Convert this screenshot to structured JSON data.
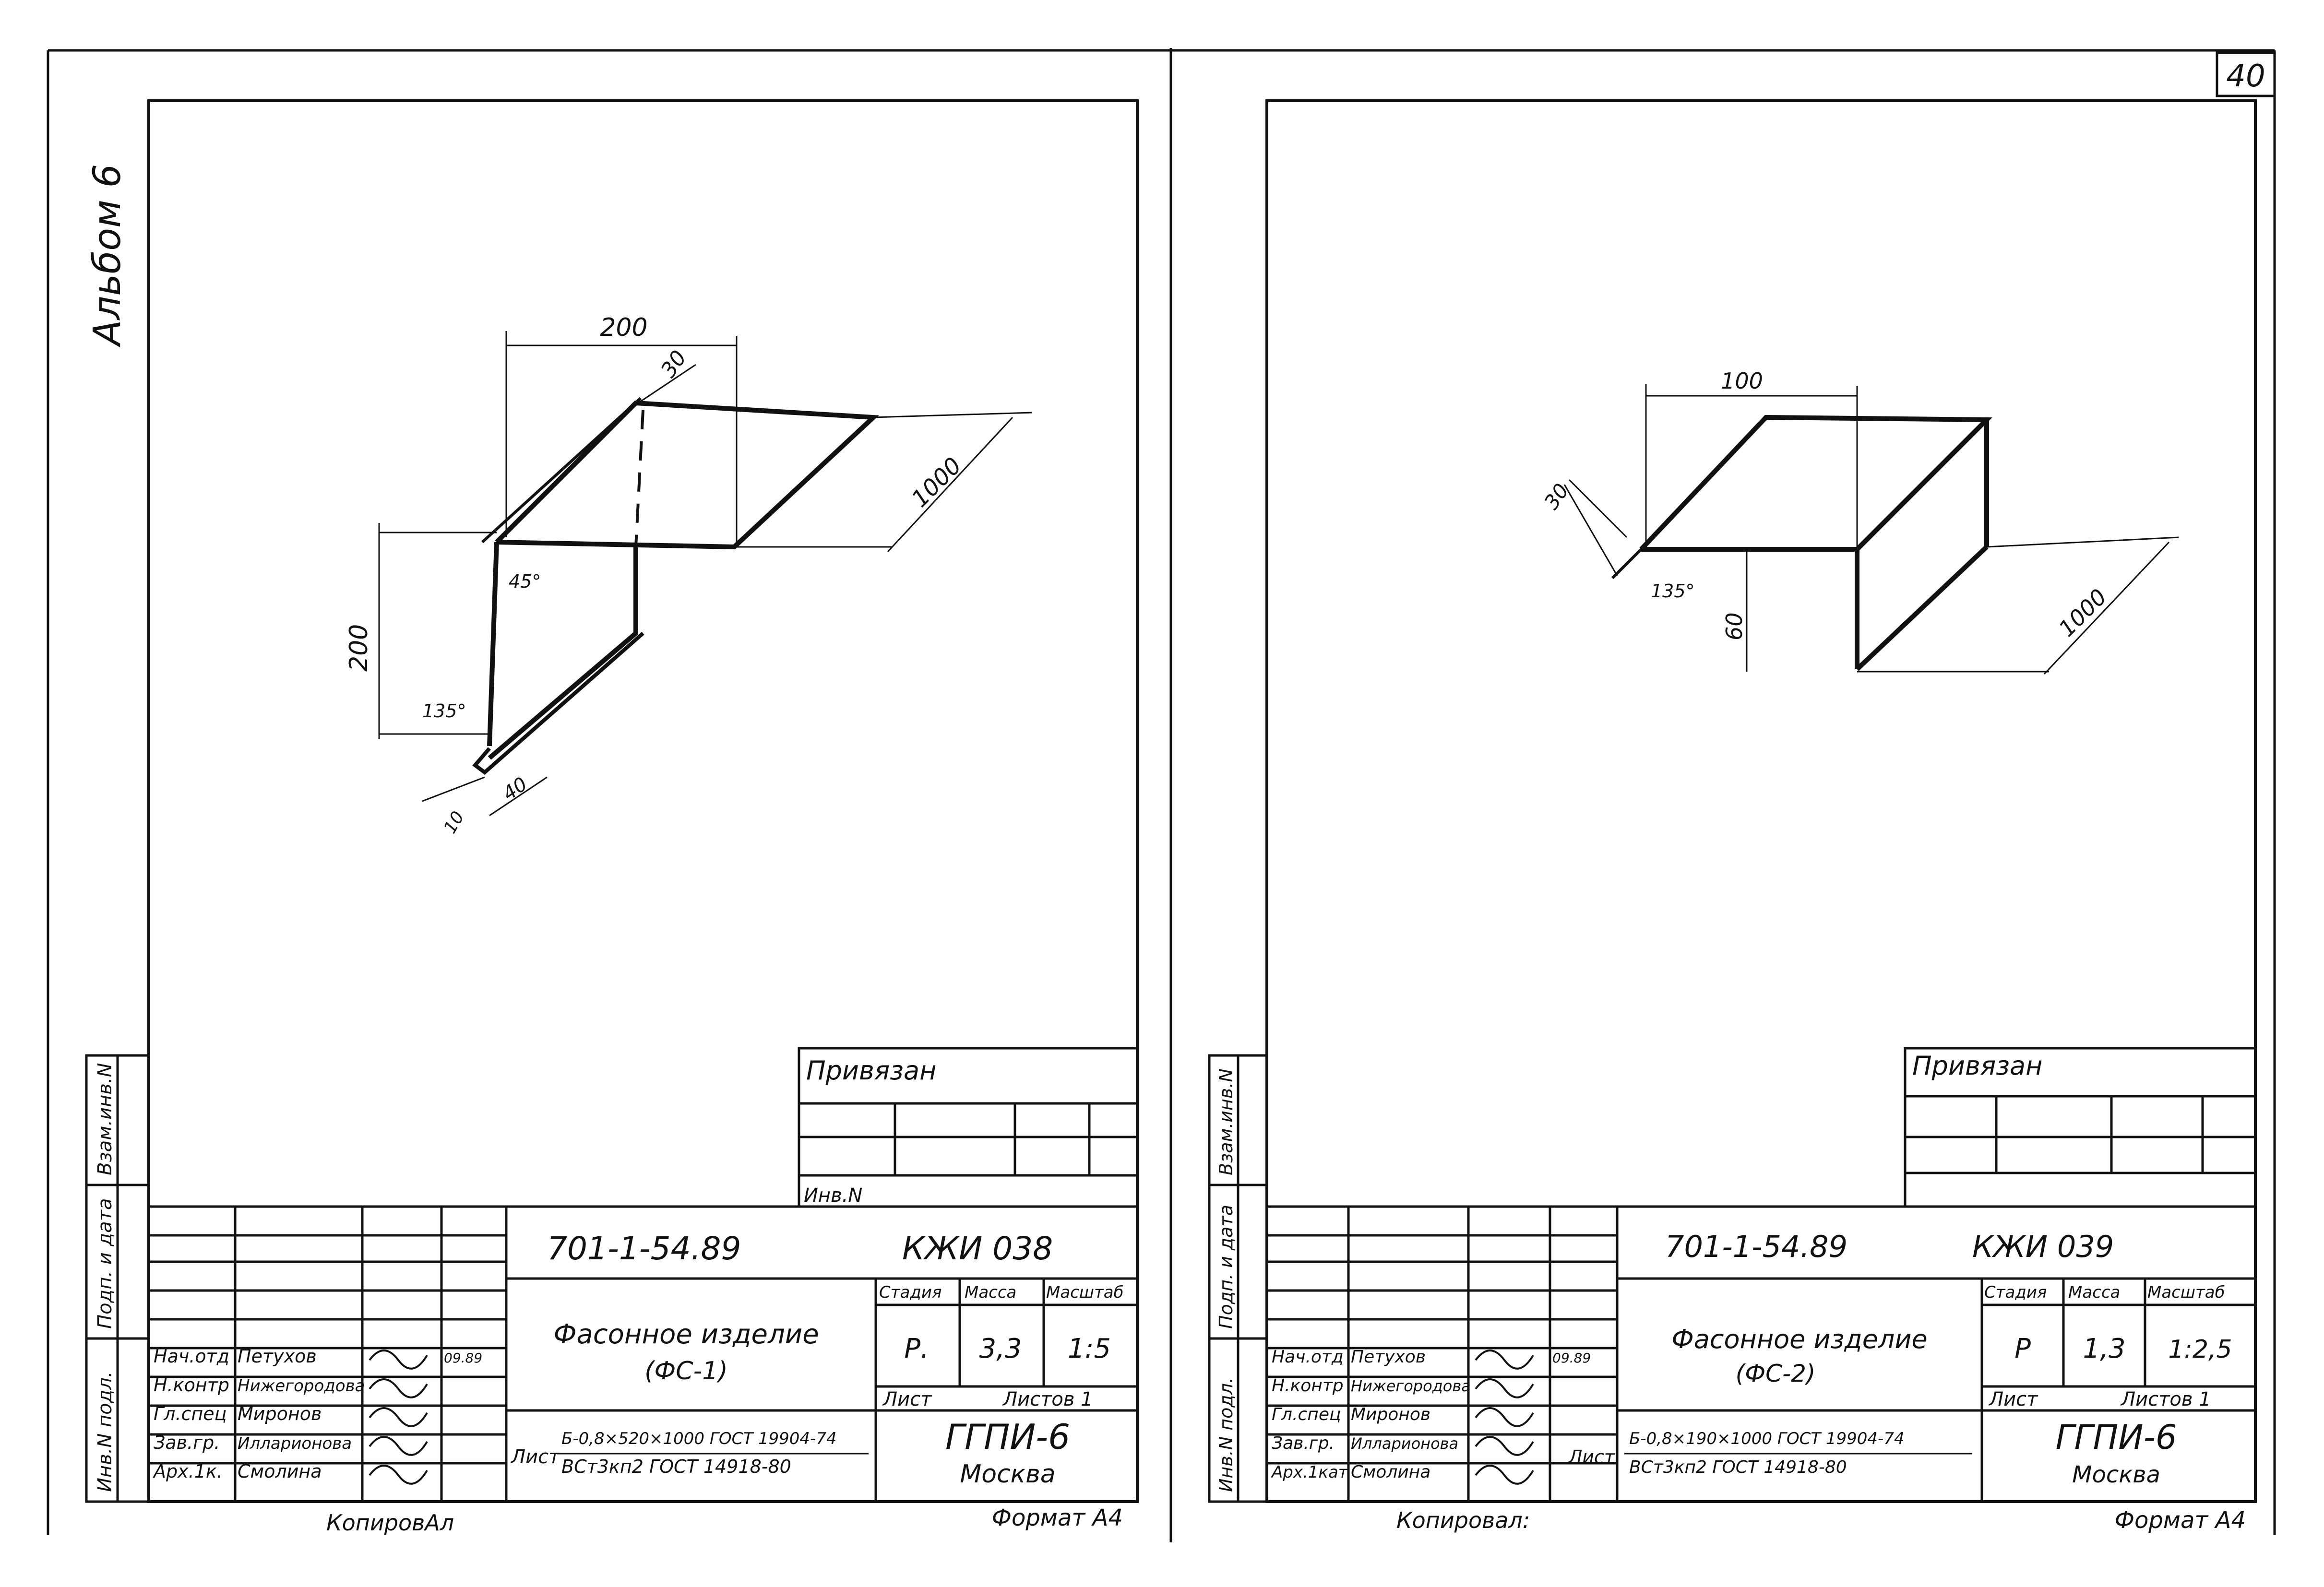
{
  "page_number": "40",
  "album": "Альбом 6",
  "sheets": [
    {
      "id": "left",
      "dims": {
        "top_width": "200",
        "flange": "30",
        "length": "1000",
        "height": "200",
        "angle_top": "45°",
        "angle_bottom": "135°",
        "lip": "40",
        "lip_thk": "10"
      },
      "privyazan": "Привязан",
      "inv_label": "Инв.N",
      "doc_code": "701-1-54.89",
      "doc_mark": "КЖИ 038",
      "title_line1": "Фасонное изделие",
      "title_line2": "(ФС-1)",
      "stadia_label": "Стадия",
      "massa_label": "Масса",
      "masshtab_label": "Масштаб",
      "stadia": "Р.",
      "massa": "3,3",
      "masshtab": "1:5",
      "list_label": "Лист",
      "listov_label": "Листов 1",
      "material_label": "Лист",
      "material_1": "Б-0,8×520×1000 ГОСТ 19904-74",
      "material_2": "ВСт3кп2 ГОСТ 14918-80",
      "org": "ГГПИ-6",
      "city": "Москва",
      "staff": [
        {
          "role": "Нач.отд",
          "name": "Петухов",
          "date": "09.89"
        },
        {
          "role": "Н.контр",
          "name": "Нижегородова",
          "date": ""
        },
        {
          "role": "Гл.спец",
          "name": "Миронов",
          "date": ""
        },
        {
          "role": "Зав.гр.",
          "name": "Илларионова",
          "date": ""
        },
        {
          "role": "Арх.1к.",
          "name": "Смолина",
          "date": ""
        }
      ],
      "copied": "КопировАл",
      "format": "Формат А4"
    },
    {
      "id": "right",
      "dims": {
        "top_width": "100",
        "flange": "30",
        "angle": "135°",
        "height": "60",
        "length": "1000"
      },
      "privyazan": "Привязан",
      "doc_code": "701-1-54.89",
      "doc_mark": "КЖИ 039",
      "title_line1": "Фасонное изделие",
      "title_line2": "(ФС-2)",
      "stadia_label": "Стадия",
      "massa_label": "Масса",
      "masshtab_label": "Масштаб",
      "stadia": "Р",
      "massa": "1,3",
      "masshtab": "1:2,5",
      "list_label": "Лист",
      "listov_label": "Листов 1",
      "material_label": "Лист",
      "material_1": "Б-0,8×190×1000 ГОСТ 19904-74",
      "material_2": "ВСт3кп2 ГОСТ 14918-80",
      "org": "ГГПИ-6",
      "city": "Москва",
      "staff": [
        {
          "role": "Нач.отд",
          "name": "Петухов",
          "date": "09.89"
        },
        {
          "role": "Н.контр",
          "name": "Нижегородова",
          "date": ""
        },
        {
          "role": "Гл.спец",
          "name": "Миронов",
          "date": ""
        },
        {
          "role": "Зав.гр.",
          "name": "Илларионова",
          "date": ""
        },
        {
          "role": "Арх.1кат",
          "name": "Смолина",
          "date": ""
        }
      ],
      "copied": "Копировал:",
      "format": "Формат А4"
    }
  ],
  "side_stamp": [
    "Инв.N подл.",
    "Подп. и дата",
    "Взам.инв.N"
  ]
}
